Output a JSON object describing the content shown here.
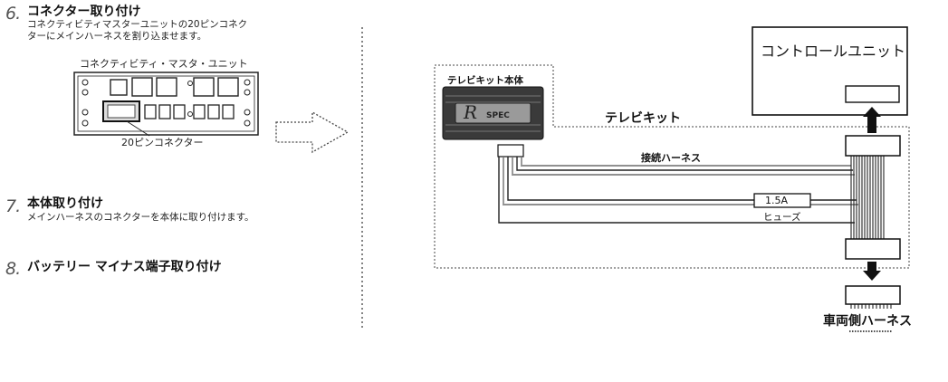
{
  "steps": [
    {
      "num": "6.",
      "title": "コネクター取り付け",
      "desc1": "コネクティビティマスターユニットの20ピンコネク",
      "desc2": "ターにメインハーネスを割り込ませます。"
    },
    {
      "num": "7.",
      "title": "本体取り付け",
      "desc1": "メインハーネスのコネクターを本体に取り付けます。"
    },
    {
      "num": "8.",
      "title": "バッテリー マイナス端子取り付け"
    }
  ],
  "unit_illustration": {
    "title": "コネクティビティ・マスタ・ユニット",
    "connector_label": "20ピンコネクター"
  },
  "diagram": {
    "control_unit": "コントロールユニット",
    "tv_kit_body": "テレビキット本体",
    "tv_kit": "テレビキット",
    "logo_text": "SPEC",
    "logo_letter": "R",
    "harness": "接続ハーネス",
    "fuse_value": "1.5A",
    "fuse_label": "ヒューズ",
    "vehicle_harness": "車両側ハーネス"
  }
}
